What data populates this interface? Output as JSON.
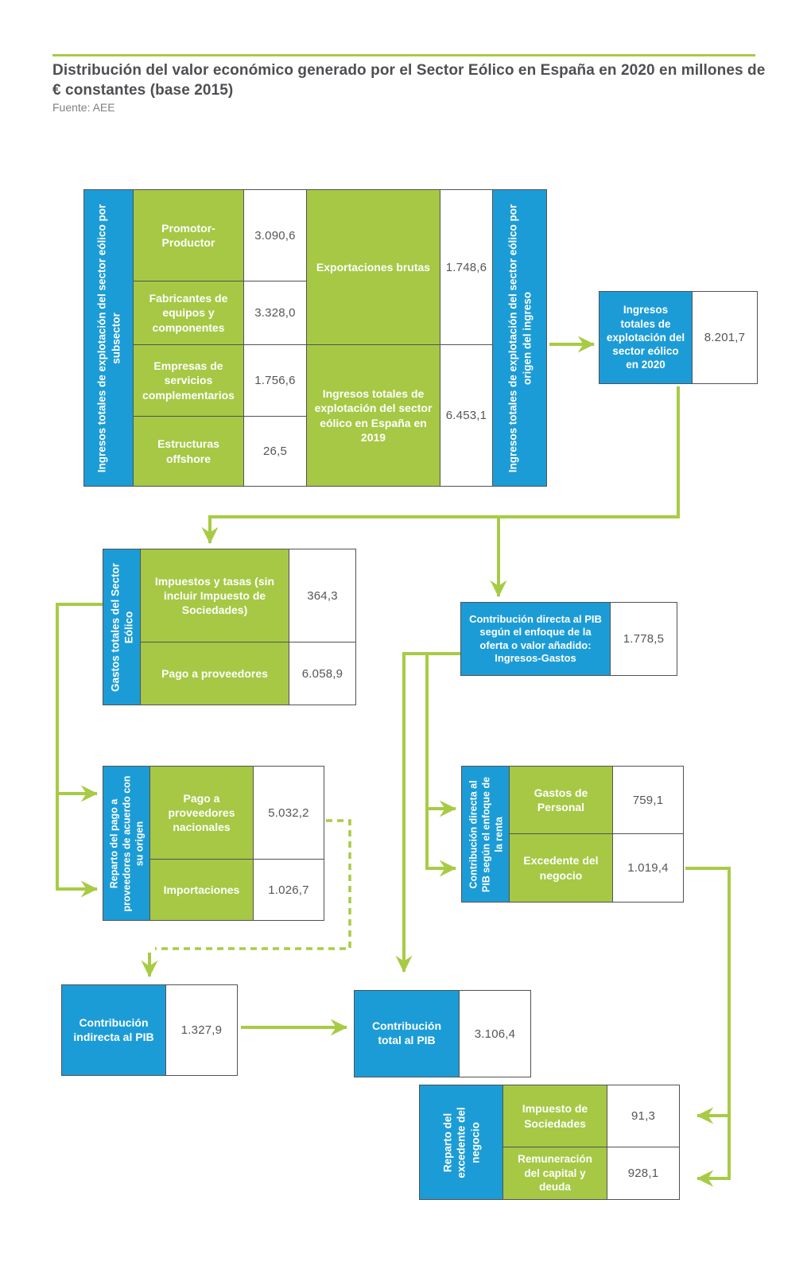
{
  "page": {
    "title": "Distribución del valor económico generado por el Sector Eólico en España en 2020 en millones de € constantes (base 2015)",
    "source": "Fuente: AEE"
  },
  "colors": {
    "blue": "#1c9cd6",
    "green": "#a6c845",
    "connector_green": "#a8cb45",
    "border_gray": "#515254",
    "text_gray": "#55565a"
  },
  "blocks": {
    "subsector": {
      "side_label": "Ingresos totales de explotación del sector eólico por subsector",
      "rows": [
        {
          "label": "Promotor-Productor",
          "value": "3.090,6"
        },
        {
          "label": "Fabricantes de equipos y componentes",
          "value": "3.328,0"
        },
        {
          "label": "Empresas de servicios complementarios",
          "value": "1.756,6"
        },
        {
          "label": "Estructuras offshore",
          "value": "26,5"
        }
      ]
    },
    "origen": {
      "side_label": "Ingresos totales de explotación del sector eólico por origen del ingreso",
      "rows": [
        {
          "label": "Exportaciones brutas",
          "value": "1.748,6"
        },
        {
          "label": "Ingresos totales de explotación del sector eólico en España en 2019",
          "value": "6.453,1"
        }
      ]
    },
    "ingresos2020": {
      "label": "Ingresos totales de explotación del sector eólico en 2020",
      "value": "8.201,7"
    },
    "gastos": {
      "side_label": "Gastos totales del Sector Eólico",
      "rows": [
        {
          "label": "Impuestos y tasas (sin incluir Impuesto de Sociedades)",
          "value": "364,3"
        },
        {
          "label": "Pago a proveedores",
          "value": "6.058,9"
        }
      ]
    },
    "reparto_pago": {
      "side_label": "Reparto del pago a proveedores de acuerdo con su origen",
      "rows": [
        {
          "label": "Pago a proveedores nacionales",
          "value": "5.032,2"
        },
        {
          "label": "Importaciones",
          "value": "1.026,7"
        }
      ]
    },
    "oferta": {
      "label": "Contribución directa al PIB según el enfoque de la oferta o valor añadido: Ingresos-Gastos",
      "value": "1.778,5"
    },
    "renta": {
      "side_label": "Contribución directa al PIB según el enfoque de la renta",
      "rows": [
        {
          "label": "Gastos de Personal",
          "value": "759,1"
        },
        {
          "label": "Excedente del negocio",
          "value": "1.019,4"
        }
      ]
    },
    "indirecta": {
      "label": "Contribución indirecta al PIB",
      "value": "1.327,9"
    },
    "total": {
      "label": "Contribución total al PIB",
      "value": "3.106,4"
    },
    "excedente": {
      "side_label": "Reparto del excedente del negocio",
      "rows": [
        {
          "label": "Impuesto de Sociedades",
          "value": "91,3"
        },
        {
          "label": "Remuneración del capital y deuda",
          "value": "928,1"
        }
      ]
    }
  }
}
